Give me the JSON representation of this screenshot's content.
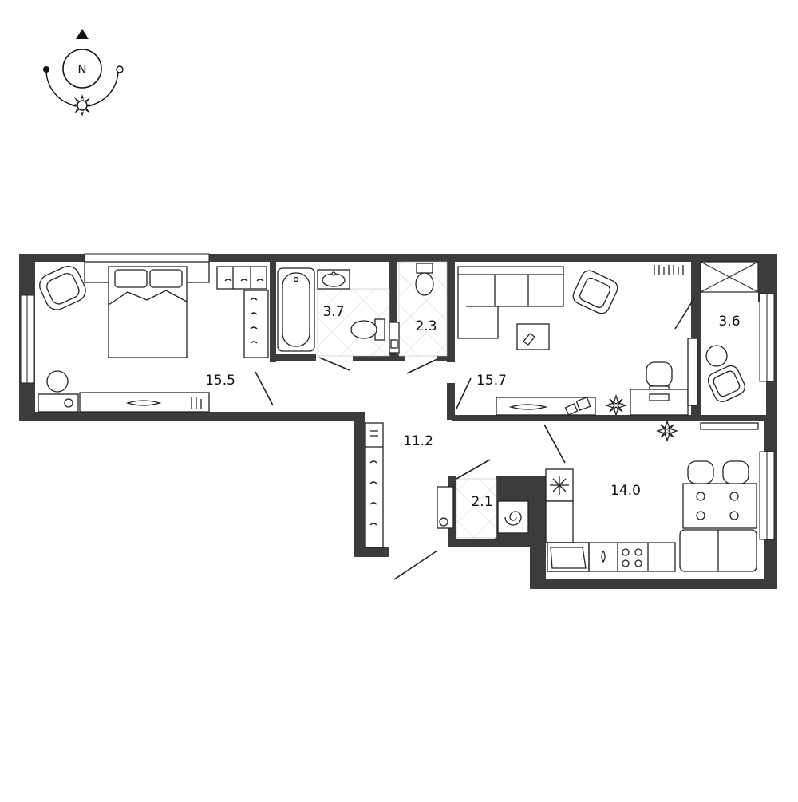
{
  "compass": {
    "letter": "N"
  },
  "rooms": [
    {
      "id": "bedroom",
      "area": "15.5"
    },
    {
      "id": "bathroom",
      "area": "3.7"
    },
    {
      "id": "toilet",
      "area": "2.3"
    },
    {
      "id": "living-room",
      "area": "15.7"
    },
    {
      "id": "balcony",
      "area": "3.6"
    },
    {
      "id": "hallway",
      "area": "11.2"
    },
    {
      "id": "laundry",
      "area": "2.1"
    },
    {
      "id": "kitchen",
      "area": "14.0"
    }
  ],
  "colors": {
    "wall": "#3c3c3c",
    "line": "#222222",
    "tile": "#dddddd"
  }
}
